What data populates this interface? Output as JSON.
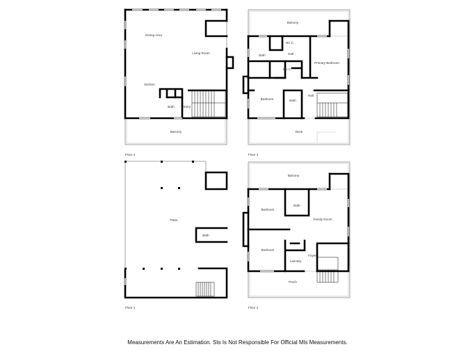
{
  "floors": [
    {
      "id": "floor4",
      "label": "Floor 4",
      "rooms": [
        "Dining Area",
        "Living Room",
        "Kitchen",
        "Bath",
        "Entry",
        "Balcony"
      ]
    },
    {
      "id": "floor3",
      "label": "Floor 3",
      "rooms": [
        "Balcony",
        "W.I.C.",
        "Bath",
        "Hall",
        "Primary Bedroom",
        "W.I.C.",
        "Hall",
        "Bedroom",
        "Bath",
        "Deck"
      ]
    },
    {
      "id": "floor1",
      "label": "Floor 1",
      "rooms": [
        "Patio",
        "Bath"
      ]
    },
    {
      "id": "floor2",
      "label": "Floor 2",
      "rooms": [
        "Balcony",
        "Bath",
        "Bedroom",
        "Family Room",
        "Bedroom",
        "Foyer",
        "Laundry",
        "Porch"
      ]
    }
  ],
  "disclaimer": "Measurements Are An Estimation. Sts Is Not Responsible For Official Mls Measurements."
}
